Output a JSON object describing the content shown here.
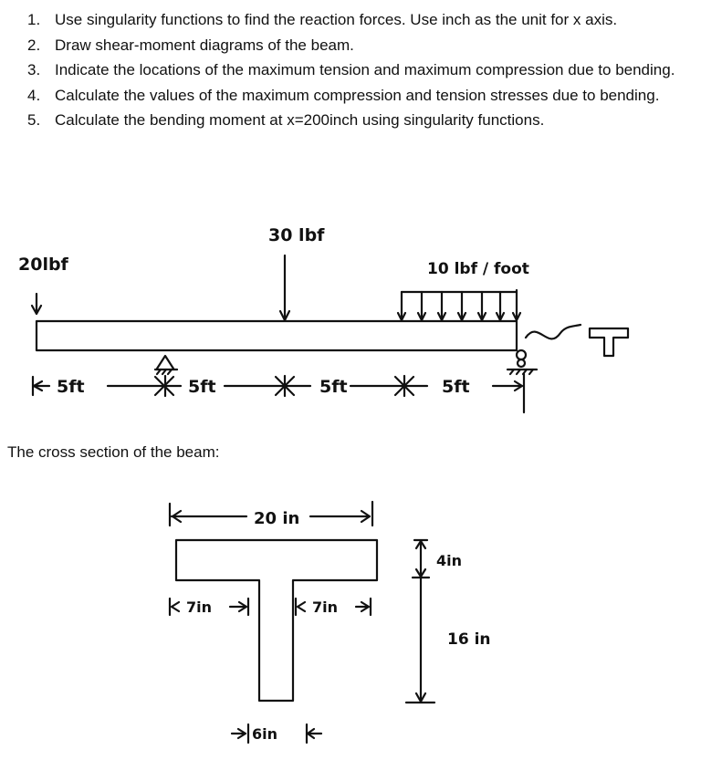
{
  "questions": [
    {
      "num": "1.",
      "text": "Use singularity functions to find the reaction forces. Use inch as the unit for x axis."
    },
    {
      "num": "2.",
      "text": "Draw shear-moment diagrams of the beam."
    },
    {
      "num": "3.",
      "text": "Indicate the locations of the maximum tension and maximum compression due to bending."
    },
    {
      "num": "4.",
      "text": "Calculate the values of the maximum compression and tension stresses due to bending."
    },
    {
      "num": "5.",
      "text": "Calculate the bending moment at x=200inch using singularity functions."
    }
  ],
  "beam": {
    "load_left": "20lbf",
    "load_mid": "30 lbf",
    "distributed": "10 lbf / foot",
    "section_symbol": "T",
    "spans": [
      "5ft",
      "5ft",
      "5ft",
      "5ft"
    ]
  },
  "cross_section": {
    "caption": "The cross section of the beam:",
    "width": "20 in",
    "left_overhang": "7in",
    "right_overhang": "7in",
    "flange_thickness": "4in",
    "total_height": "16 in",
    "web_width": "6in"
  }
}
